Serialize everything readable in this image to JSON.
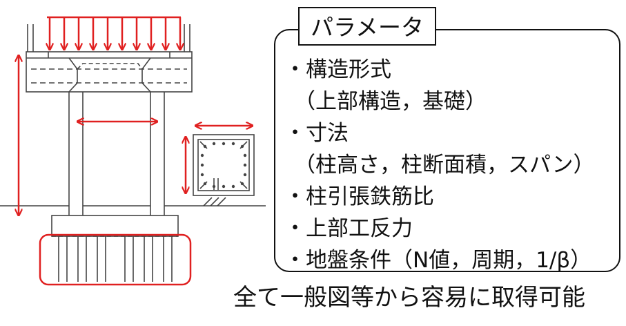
{
  "panel": {
    "title": "パラメータ",
    "items": [
      "・構造形式",
      "（上部構造，基礎）",
      "・寸法",
      "（柱高さ，柱断面積，スパン）",
      "・柱引張鉄筋比",
      "・上部工反力",
      "・地盤条件（N値，周期，1/β）"
    ]
  },
  "footer": "全て一般図等から容易に取得可能",
  "colors": {
    "annotation": "#e02020",
    "line": "#444444",
    "text": "#111111"
  }
}
